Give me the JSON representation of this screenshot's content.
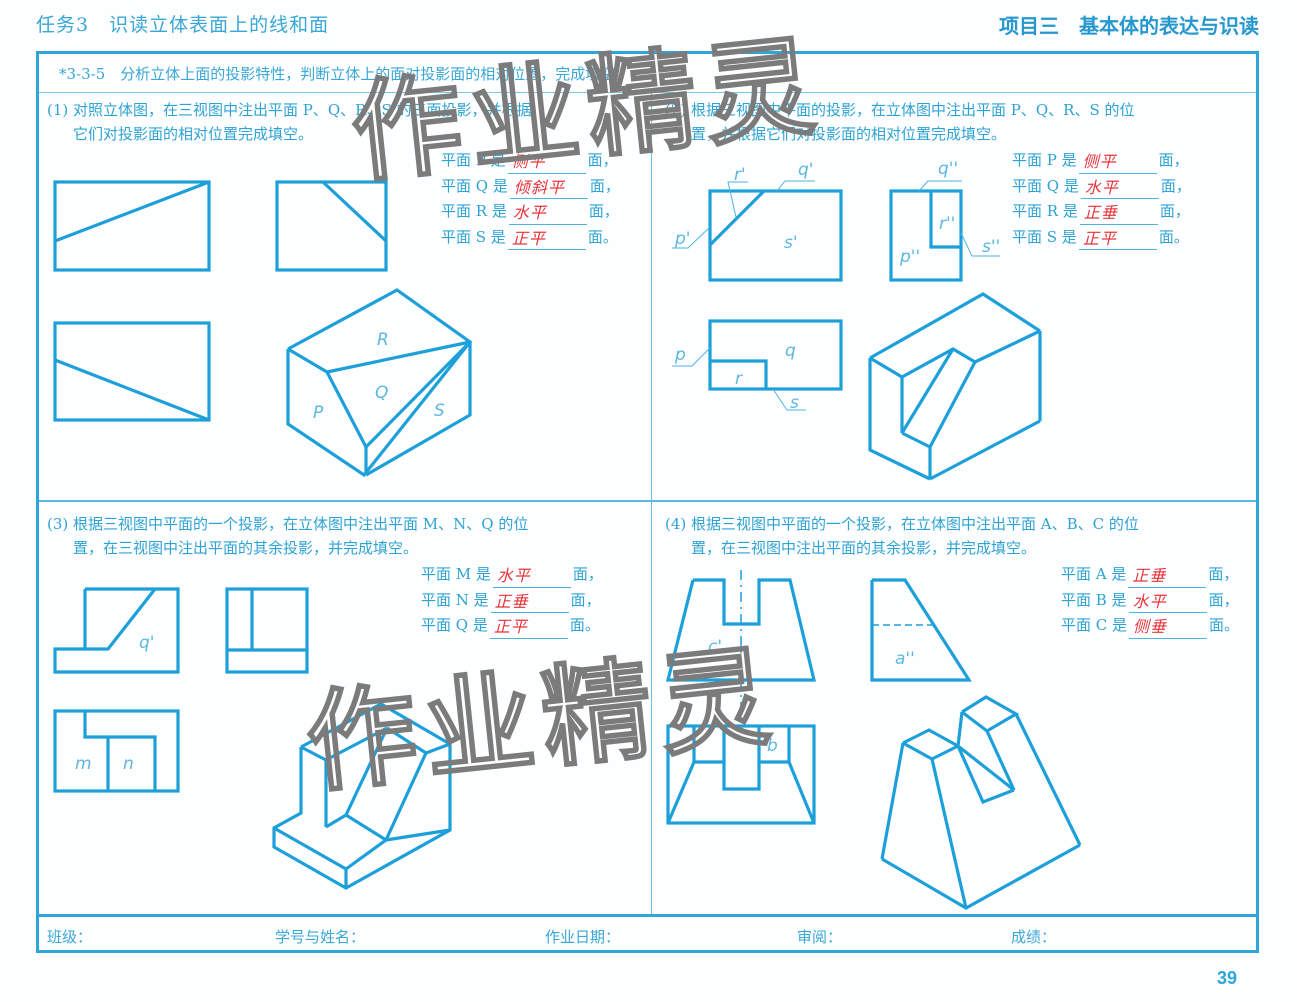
{
  "header": {
    "left_title": "任务3　识读立体表面上的线和面",
    "right_title": "项目三　基本体的表达与识读"
  },
  "task": {
    "label": "*3-3-5　分析立体上面的投影特性，判断立体上的面对投影面的相对位置，完成填空。"
  },
  "problems": [
    {
      "number": "(1)",
      "text_line1": "(1) 对照立体图，在三视图中注出平面 P、Q、R、S 的三面投影，并根据",
      "text_line2": "它们对投影面的相对位置完成填空。",
      "answers": [
        {
          "prefix": "平面 P 是",
          "value": "侧平",
          "suffix": "面，"
        },
        {
          "prefix": "平面 Q 是",
          "value": "倾斜平",
          "suffix": "面，"
        },
        {
          "prefix": "平面 R 是",
          "value": "水平",
          "suffix": "面，"
        },
        {
          "prefix": "平面 S 是",
          "value": "正平",
          "suffix": "面。"
        }
      ],
      "figure_labels": {
        "R": "R",
        "Q": "Q",
        "P": "P",
        "S": "S"
      }
    },
    {
      "number": "(2)",
      "text_line1": "(2) 根据三视图中平面的投影，在立体图中注出平面 P、Q、R、S 的位",
      "text_line2": "置，并根据它们对投影面的相对位置完成填空。",
      "answers": [
        {
          "prefix": "平面 P 是",
          "value": "侧平",
          "suffix": "面，"
        },
        {
          "prefix": "平面 Q 是",
          "value": "水平",
          "suffix": "面，"
        },
        {
          "prefix": "平面 R 是",
          "value": "正垂",
          "suffix": "面，"
        },
        {
          "prefix": "平面 S 是",
          "value": "正平",
          "suffix": "面。"
        }
      ],
      "figure_labels": {
        "r1": "r'",
        "q1": "q'",
        "p1": "p'",
        "s1": "s'",
        "q2": "q''",
        "r2": "r''",
        "p2": "p''",
        "s2": "s''",
        "p": "p",
        "q": "q",
        "r": "r",
        "s": "s"
      }
    },
    {
      "number": "(3)",
      "text_line1": "(3) 根据三视图中平面的一个投影，在立体图中注出平面 M、N、Q 的位",
      "text_line2": "置，在三视图中注出平面的其余投影，并完成填空。",
      "answers": [
        {
          "prefix": "平面 M 是",
          "value": "水平",
          "suffix": "面，"
        },
        {
          "prefix": "平面 N 是",
          "value": "正垂",
          "suffix": "面，"
        },
        {
          "prefix": "平面 Q 是",
          "value": "正平",
          "suffix": "面。"
        }
      ],
      "figure_labels": {
        "q1": "q'",
        "m": "m",
        "n": "n"
      }
    },
    {
      "number": "(4)",
      "text_line1": "(4) 根据三视图中平面的一个投影，在立体图中注出平面 A、B、C 的位",
      "text_line2": "置，在三视图中注出平面的其余投影，并完成填空。",
      "answers": [
        {
          "prefix": "平面 A 是",
          "value": "正垂",
          "suffix": "面，"
        },
        {
          "prefix": "平面 B 是",
          "value": "水平",
          "suffix": "面，"
        },
        {
          "prefix": "平面 C 是",
          "value": "侧垂",
          "suffix": "面。"
        }
      ],
      "figure_labels": {
        "c1": "c'",
        "a2": "a''",
        "b": "b"
      }
    }
  ],
  "footer": {
    "class_label": "班级：",
    "id_name_label": "学号与姓名：",
    "date_label": "作业日期：",
    "review_label": "审阅：",
    "score_label": "成绩："
  },
  "page_number": "39",
  "watermark": "作业精灵",
  "colors": {
    "primary": "#1da0d9",
    "text": "#2ea3d3",
    "handwriting": "#e8343a",
    "watermark": "#7b7b7b"
  }
}
